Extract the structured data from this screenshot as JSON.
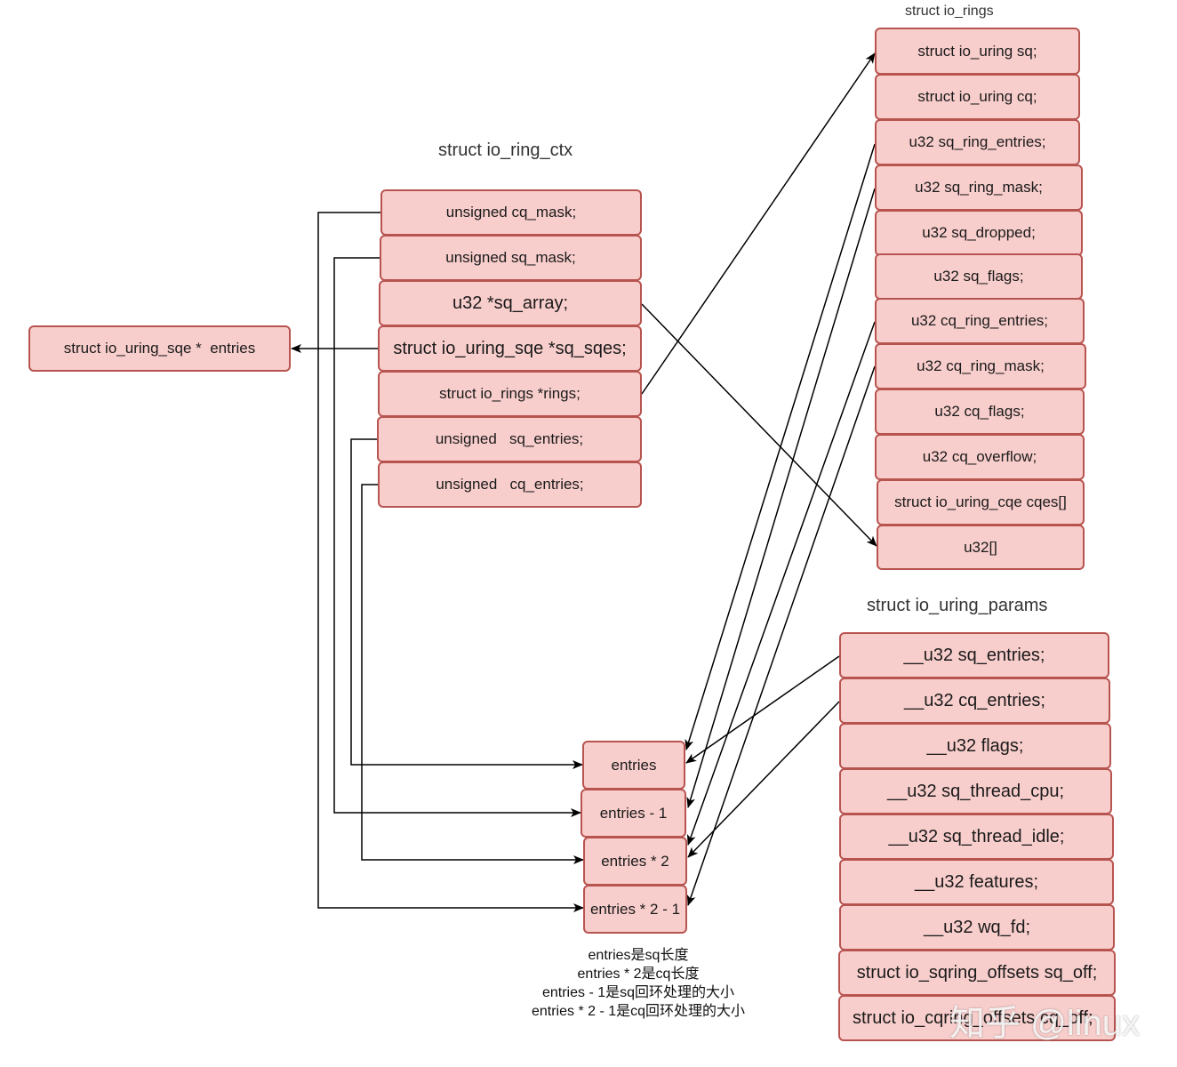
{
  "ctx": {
    "title": "struct io_ring_ctx",
    "fields": [
      "unsigned cq_mask;",
      "unsigned sq_mask;",
      "u32 *sq_array;",
      "struct io_uring_sqe *sq_sqes;",
      "struct io_rings *rings;",
      "unsigned   sq_entries;",
      "unsigned   cq_entries;"
    ]
  },
  "sqe_box": {
    "label": "struct io_uring_sqe *  entries"
  },
  "rings": {
    "title": "struct io_rings",
    "fields": [
      "struct io_uring sq;",
      "struct io_uring cq;",
      "u32 sq_ring_entries;",
      "u32 sq_ring_mask;",
      "u32 sq_dropped;",
      "u32 sq_flags;",
      "u32 cq_ring_entries;",
      "u32 cq_ring_mask;",
      "u32 cq_flags;",
      "u32 cq_overflow;",
      "struct io_uring_cqe cqes[]",
      "u32[]"
    ]
  },
  "params": {
    "title": "struct io_uring_params",
    "fields": [
      "__u32 sq_entries;",
      "__u32 cq_entries;",
      "__u32 flags;",
      "__u32 sq_thread_cpu;",
      "__u32 sq_thread_idle;",
      "__u32 features;",
      "__u32 wq_fd;",
      "struct io_sqring_offsets sq_off;",
      "struct io_cqring_offsets cq_off;"
    ]
  },
  "entries": {
    "fields": [
      "entries",
      "entries - 1",
      "entries * 2",
      "entries * 2 - 1"
    ]
  },
  "note": {
    "lines": [
      "entries是sq长度",
      "entries * 2是cq长度",
      "entries - 1是sq回环处理的大小",
      "entries * 2 - 1是cq回环处理的大小"
    ]
  },
  "watermark": "知乎 @linux",
  "colors": {
    "box_fill": "#f8cecc",
    "box_border": "#b85450",
    "line": "#000000"
  }
}
